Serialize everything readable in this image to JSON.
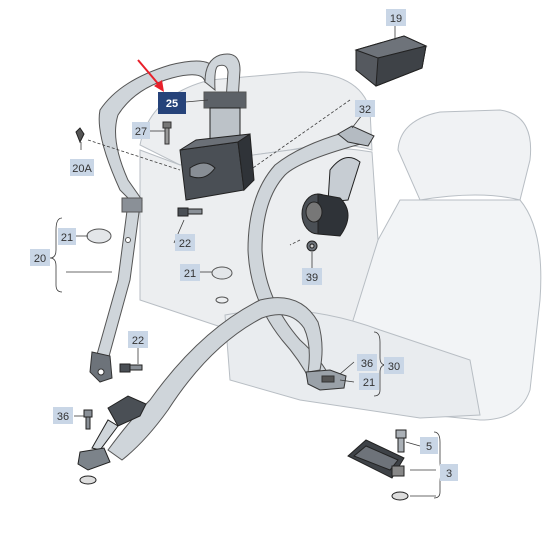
{
  "diagram": {
    "callouts": {
      "c19": "19",
      "c25": "25",
      "c27": "27",
      "c20A": "20A",
      "c32": "32",
      "c22a": "22",
      "c21a": "21",
      "c20": "20",
      "c21b": "21",
      "c39": "39",
      "c22b": "22",
      "c36a": "36",
      "c30": "30",
      "c21c": "21",
      "c36b": "36",
      "c5": "5",
      "c3": "3"
    },
    "colors": {
      "callout_bg": "#c9d6e6",
      "callout_highlight_bg": "#26437a",
      "arrow": "#e8202a",
      "line": "#3a3a3a",
      "seat": "#e6e9ec",
      "belt": "#cfd5da",
      "dark_part": "#45494e"
    }
  }
}
